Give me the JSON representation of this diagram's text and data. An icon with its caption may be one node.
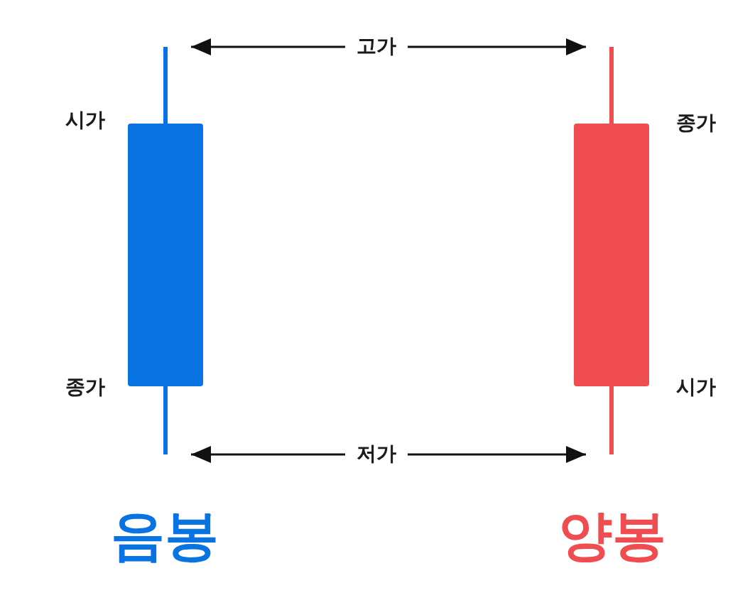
{
  "diagram": {
    "nodes": [
      {
        "text": [],
        "shape": "bar",
        "beside": [
          "시가",
          "종가",
          "음봉"
        ]
      },
      {
        "text": [
          "고가"
        ]
      },
      {
        "text": [],
        "shape": "bar",
        "beside": [
          "종가",
          "시가",
          "양봉"
        ]
      },
      {
        "text": [
          "저가"
        ]
      }
    ],
    "edges": [
      {
        "from": 1,
        "to": 0,
        "arrow": "to"
      },
      {
        "from": 1,
        "to": 2,
        "arrow": "to"
      },
      {
        "from": 3,
        "to": 0,
        "arrow": "to"
      },
      {
        "from": 3,
        "to": 2,
        "arrow": "to"
      }
    ]
  }
}
